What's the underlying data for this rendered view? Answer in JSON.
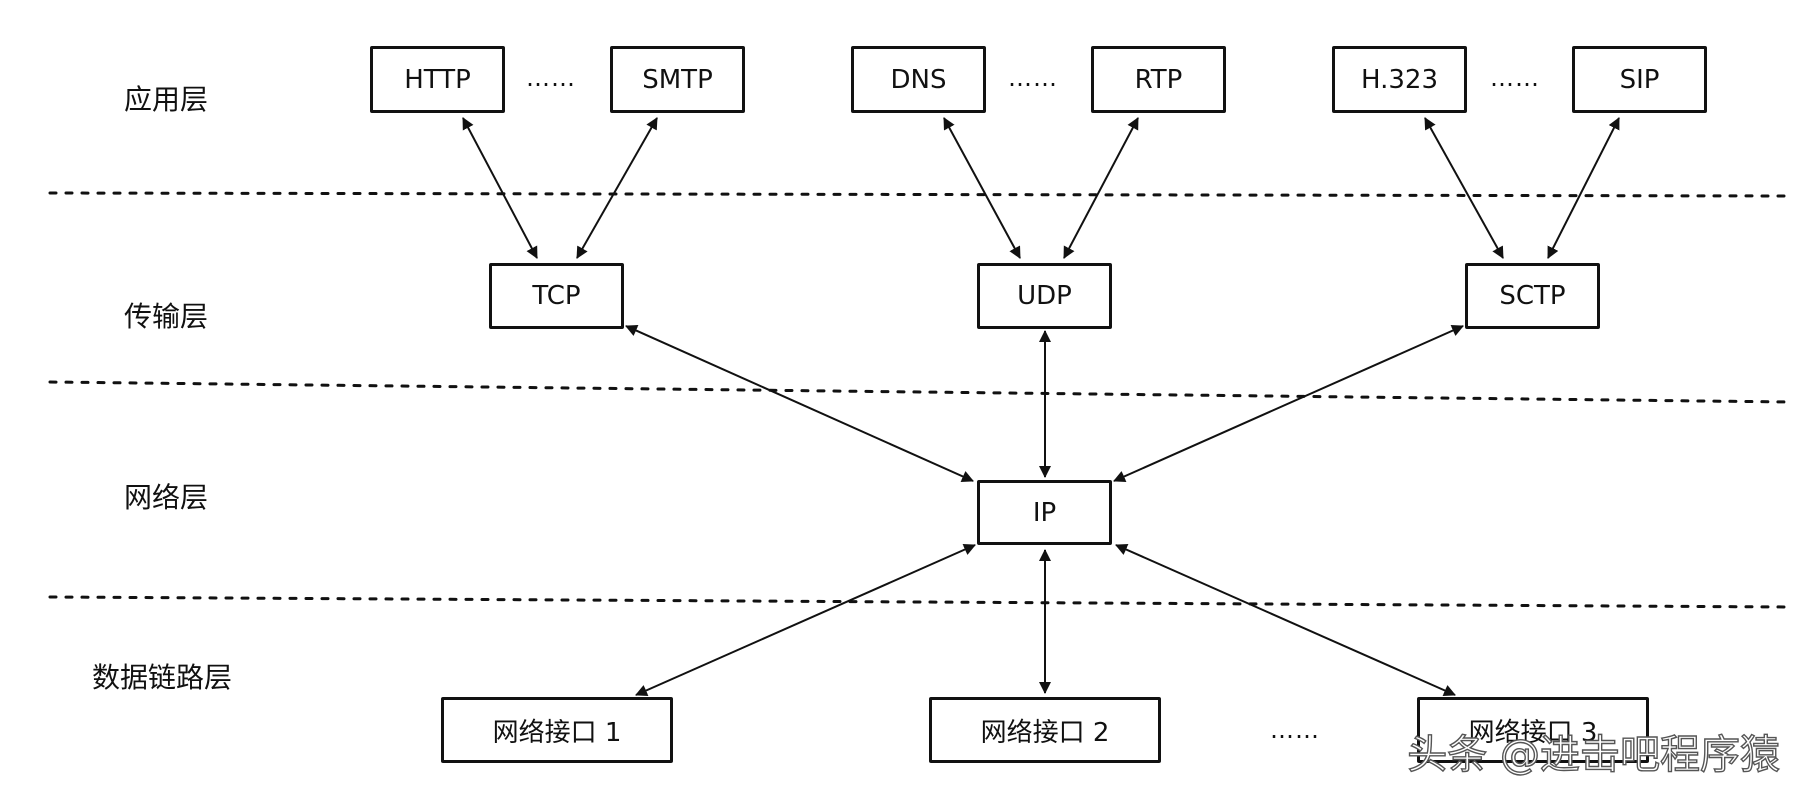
{
  "layers": {
    "application": "应用层",
    "transport": "传输层",
    "network": "网络层",
    "datalink": "数据链路层"
  },
  "application_protocols": {
    "http": "HTTP",
    "smtp": "SMTP",
    "dns": "DNS",
    "rtp": "RTP",
    "h323": "H.323",
    "sip": "SIP"
  },
  "transport_protocols": {
    "tcp": "TCP",
    "udp": "UDP",
    "sctp": "SCTP"
  },
  "network_protocol": "IP",
  "interfaces": {
    "if1": "网络接口 1",
    "if2": "网络接口 2",
    "if3": "网络接口 3"
  },
  "ellipsis": "……",
  "watermark": "头条 @进击吧程序猿",
  "colors": {
    "line": "#111111",
    "background": "#ffffff"
  }
}
